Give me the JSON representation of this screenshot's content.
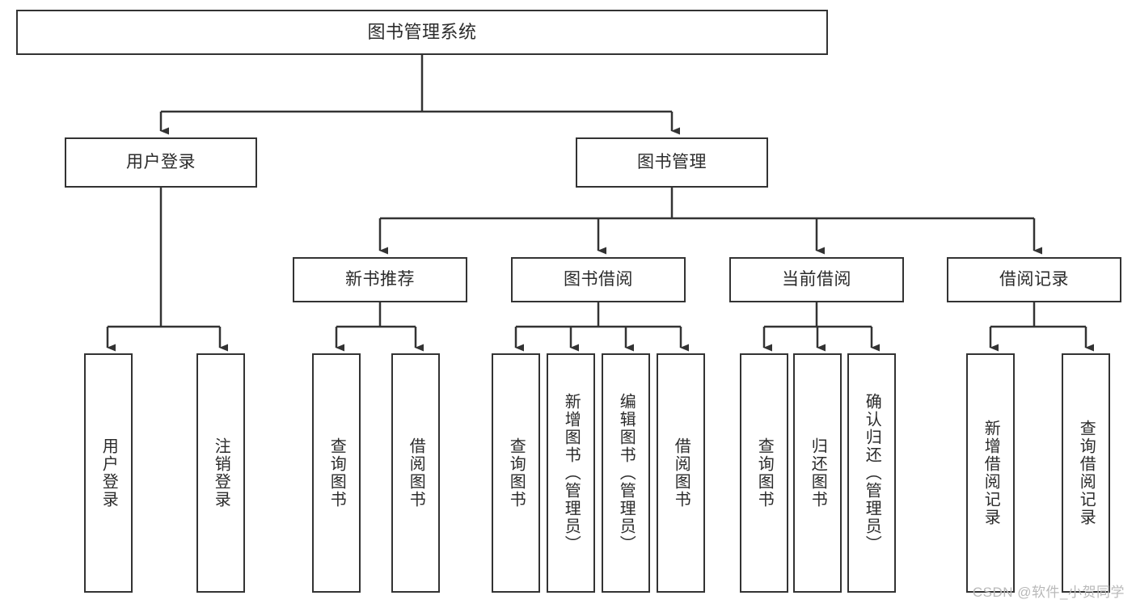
{
  "diagram": {
    "title": "图书管理系统",
    "type": "tree-hierarchy-chart",
    "colors": {
      "box_border": "#333333",
      "box_fill": "#ffffff",
      "text": "#2b2b2b",
      "edge": "#333333",
      "watermark": "#b9b9b9"
    },
    "nodes": {
      "root": {
        "label": "图书管理系统"
      },
      "level2": [
        {
          "id": "user-login",
          "label": "用户登录"
        },
        {
          "id": "book-manage",
          "label": "图书管理"
        }
      ],
      "level3": [
        {
          "id": "new-book-recommend",
          "label": "新书推荐"
        },
        {
          "id": "book-borrow",
          "label": "图书借阅"
        },
        {
          "id": "current-borrow",
          "label": "当前借阅"
        },
        {
          "id": "borrow-record",
          "label": "借阅记录"
        }
      ],
      "leaves": {
        "user_login": [
          {
            "id": "leaf-user-login",
            "label": "用户登录"
          },
          {
            "id": "leaf-logout-login",
            "label": "注销登录"
          }
        ],
        "new_book_recommend": [
          {
            "id": "leaf-query-book-1",
            "label": "查询图书"
          },
          {
            "id": "leaf-borrow-book-1",
            "label": "借阅图书"
          }
        ],
        "book_borrow": [
          {
            "id": "leaf-query-book-2",
            "label": "查询图书"
          },
          {
            "id": "leaf-add-book",
            "label": "新增图书（管理员）"
          },
          {
            "id": "leaf-edit-book",
            "label": "编辑图书（管理员）"
          },
          {
            "id": "leaf-borrow-book-2",
            "label": "借阅图书"
          }
        ],
        "current_borrow": [
          {
            "id": "leaf-query-book-3",
            "label": "查询图书"
          },
          {
            "id": "leaf-return-book",
            "label": "归还图书"
          },
          {
            "id": "leaf-confirm-return",
            "label": "确认归还（管理员）"
          }
        ],
        "borrow_record": [
          {
            "id": "leaf-add-record",
            "label": "新增借阅记录"
          },
          {
            "id": "leaf-query-record",
            "label": "查询借阅记录"
          }
        ]
      }
    },
    "watermark": "CSDN @软件_小贺同学"
  }
}
